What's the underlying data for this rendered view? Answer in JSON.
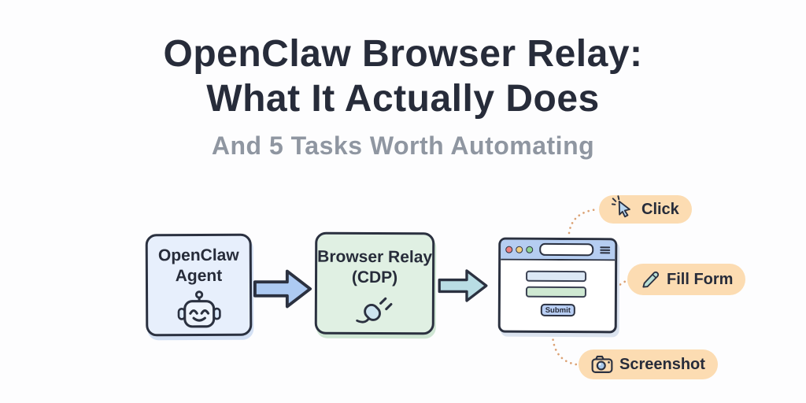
{
  "header": {
    "title_line1": "OpenClaw Browser Relay:",
    "title_line2": "What It Actually Does",
    "subtitle": "And 5 Tasks Worth Automating"
  },
  "flow": {
    "agent_box": {
      "label": [
        "OpenClaw",
        "Agent"
      ],
      "icon": "robot-icon"
    },
    "relay_box": {
      "label": [
        "Browser Relay",
        "(CDP)"
      ],
      "icon": "plug-icon"
    },
    "arrows": [
      "agent-to-relay",
      "relay-to-browser"
    ],
    "browser_window": {
      "traffic_lights": [
        "red",
        "yellow",
        "green"
      ],
      "address_bar_value": "",
      "menu_icon": "hamburger-menu-icon",
      "form": {
        "fields": [
          {
            "value": "",
            "variant": "blue"
          },
          {
            "value": "",
            "variant": "green"
          }
        ],
        "submit_label": "Submit"
      }
    }
  },
  "callouts": [
    {
      "label": "Click",
      "icon": "cursor-click-icon"
    },
    {
      "label": "Fill Form",
      "icon": "pencil-icon"
    },
    {
      "label": "Screenshot",
      "icon": "camera-icon"
    }
  ],
  "colors": {
    "background": "#fdfdfe",
    "ink": "#2b3140",
    "subtitle_gray": "#8f96a1",
    "agent_box_fill": "#e7effc",
    "relay_box_fill": "#e0f0e3",
    "arrow_blue_fill": "#adcaf2",
    "arrow_teal_fill": "#b9dde4",
    "titlebar_fill": "#b5cdf1",
    "field_blue_fill": "#dce8f5",
    "field_green_fill": "#cfe9d2",
    "submit_fill": "#b9cff4",
    "badge_fill": "#fcdcb2",
    "connector_dots": "#dba173",
    "traffic_red": "#ef7f7f",
    "traffic_yellow": "#f2cf7d",
    "traffic_green": "#8ed392"
  }
}
